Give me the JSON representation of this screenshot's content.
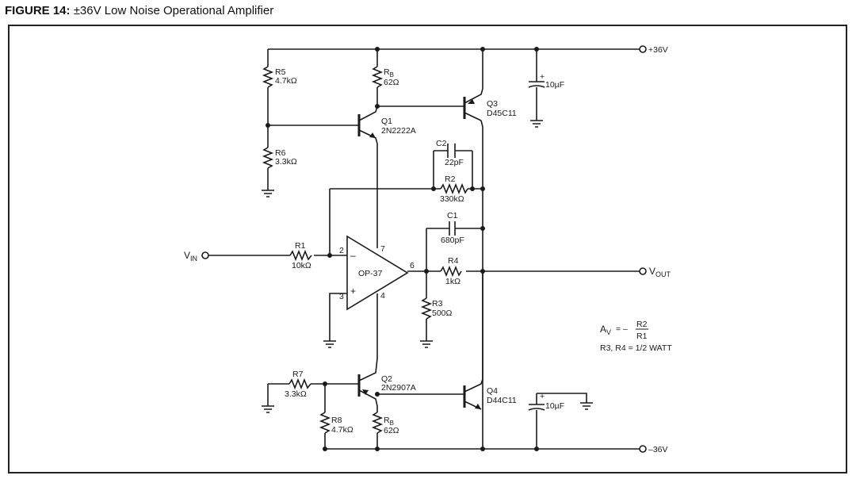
{
  "figure": {
    "label": "FIGURE 14:",
    "title": "±36V Low Noise Operational Amplifier"
  },
  "rails": {
    "pos": "+36V",
    "neg": "–36V"
  },
  "io": {
    "vin": "V",
    "vin_sub": "IN",
    "vout": "V",
    "vout_sub": "OUT"
  },
  "components": {
    "r5": {
      "name": "R5",
      "value": "4.7kΩ"
    },
    "rb_top": {
      "name": "R",
      "sub": "B",
      "value": "62Ω"
    },
    "r6": {
      "name": "R6",
      "value": "3.3kΩ"
    },
    "q1": {
      "name": "Q1",
      "part": "2N2222A"
    },
    "q3": {
      "name": "Q3",
      "part": "D45C11"
    },
    "c_top": {
      "value": "10µF",
      "plus": "+"
    },
    "c2": {
      "name": "C2",
      "value": "22pF"
    },
    "r2": {
      "name": "R2",
      "value": "330kΩ"
    },
    "c1": {
      "name": "C1",
      "value": "680pF"
    },
    "r1": {
      "name": "R1",
      "value": "10kΩ"
    },
    "r4": {
      "name": "R4",
      "value": "1kΩ"
    },
    "r3": {
      "name": "R3",
      "value": "500Ω"
    },
    "opamp": {
      "name": "OP-37",
      "pin2": "2",
      "pin3": "3",
      "pin4": "4",
      "pin6": "6",
      "pin7": "7",
      "minus": "–",
      "plus": "+"
    },
    "r7": {
      "name": "R7",
      "value": "3.3kΩ"
    },
    "q2": {
      "name": "Q2",
      "part": "2N2907A"
    },
    "r8": {
      "name": "R8",
      "value": "4.7kΩ"
    },
    "rb_bot": {
      "name": "R",
      "sub": "B",
      "value": "62Ω"
    },
    "q4": {
      "name": "Q4",
      "part": "D44C11"
    },
    "c_bot": {
      "value": "10µF",
      "plus": "+"
    }
  },
  "notes": {
    "av": "A",
    "av_sub": "V",
    "eq": "= –",
    "num": "R2",
    "den": "R1",
    "watt": "R3, R4 = 1/2 WATT"
  }
}
